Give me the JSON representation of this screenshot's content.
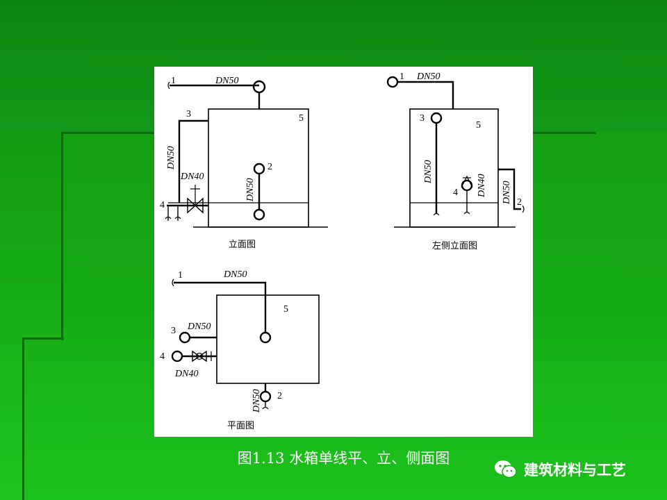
{
  "labels": {
    "n1": "1",
    "n2": "2",
    "n3": "3",
    "n4": "4",
    "n5": "5",
    "dn50": "DN50",
    "dn40": "DN40"
  },
  "views": {
    "elevation": "立面图",
    "left_elevation": "左侧立面图",
    "plan": "平面图"
  },
  "caption": "图1.13  水箱单线平、立、侧面图",
  "watermark": {
    "icon": "wechat-icon",
    "text": "建筑材料与工艺"
  }
}
